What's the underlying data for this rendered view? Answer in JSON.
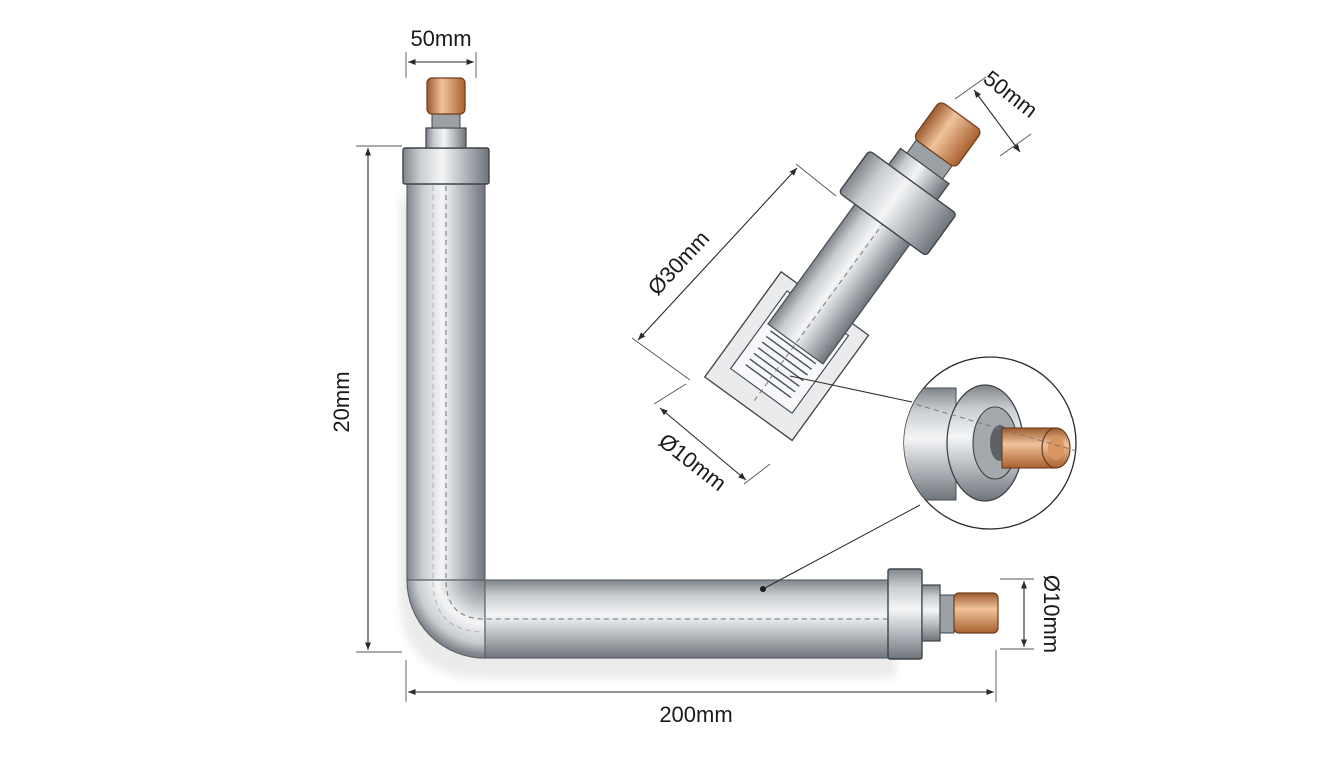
{
  "diagram": {
    "labels": {
      "top_fitting_length": "50mm",
      "vertical_length": "20mm",
      "horizontal_length": "200mm",
      "end_diameter": "Ø10mm",
      "detail_fitting_length": "50mm",
      "detail_outer_diameter": "Ø30mm",
      "detail_inner_diameter": "Ø10mm"
    },
    "colors": {
      "steel_dark": "#7d8288",
      "steel_light": "#eef0f2",
      "copper_dark": "#b06a3a",
      "copper_light": "#f2c49c",
      "line": "#2a2a2a"
    }
  }
}
